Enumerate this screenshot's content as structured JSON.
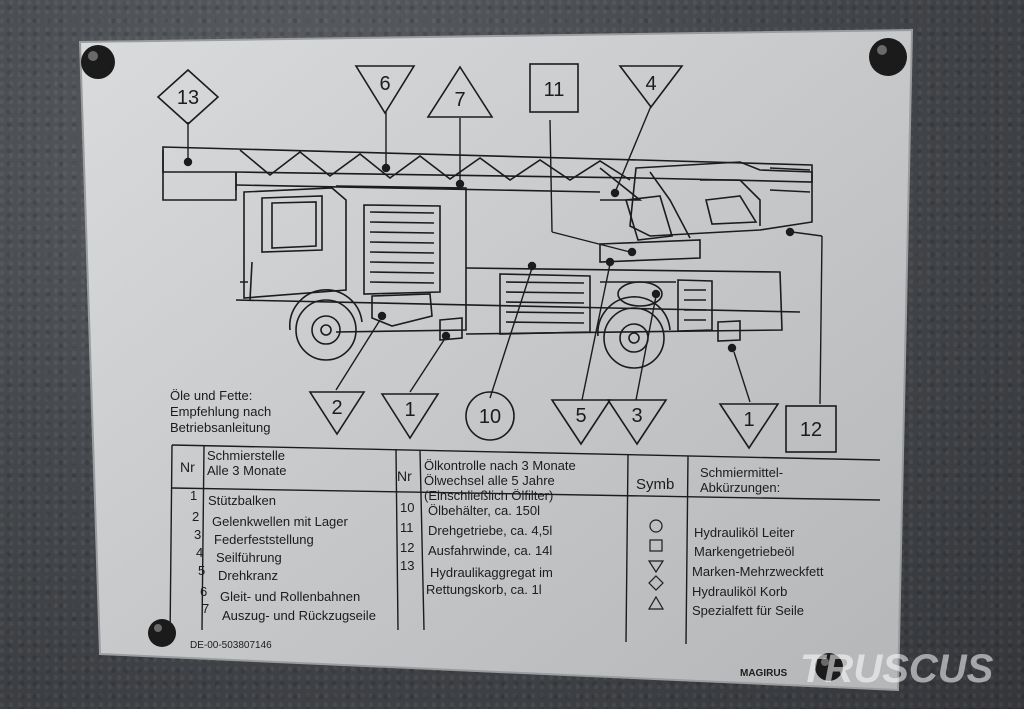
{
  "markers": {
    "m13": "13",
    "m6": "6",
    "m7": "7",
    "m11": "11",
    "m4": "4",
    "m2": "2",
    "m1a": "1",
    "m10": "10",
    "m5": "5",
    "m3": "3",
    "m1b": "1",
    "m12": "12"
  },
  "oils_note": [
    "Öle und Fette:",
    "Empfehlung nach",
    "Betriebsanleitung"
  ],
  "table": {
    "nr_header": "Nr",
    "grease_header": [
      "Schmierstelle",
      "Alle 3 Monate"
    ],
    "nr_header2": "Nr",
    "oil_header": [
      "Ölkontrolle nach 3 Monate",
      "Ölwechsel alle 5 Jahre",
      "(Einschließlich Ölfilter)"
    ],
    "symb_header": "Symb",
    "abbr_header": [
      "Schmiermittel-",
      "Abkürzungen:"
    ],
    "grease_rows": [
      {
        "nr": "1",
        "text": "Stützbalken"
      },
      {
        "nr": "2",
        "text": "Gelenkwellen mit Lager"
      },
      {
        "nr": "3",
        "text": "Federfeststellung"
      },
      {
        "nr": "4",
        "text": "Seilführung"
      },
      {
        "nr": "5",
        "text": "Drehkranz"
      },
      {
        "nr": "6",
        "text": "Gleit- und Rollenbahnen"
      },
      {
        "nr": "7",
        "text": "Auszug- und Rückzugseile"
      }
    ],
    "oil_rows": [
      {
        "nr": "10",
        "text": "Ölbehälter, ca. 150l"
      },
      {
        "nr": "11",
        "text": "Drehgetriebe, ca. 4,5l"
      },
      {
        "nr": "12",
        "text": "Ausfahrwinde, ca. 14l"
      },
      {
        "nr": "13",
        "text": "Hydraulikaggregat im"
      },
      {
        "nr": "",
        "text": "Rettungskorb, ca. 1l"
      }
    ],
    "symbols": [
      {
        "icon": "circle-symbol-icon",
        "text": "Hydrauliköl Leiter"
      },
      {
        "icon": "square-symbol-icon",
        "text": "Markengetriebeöl"
      },
      {
        "icon": "triangle-down-symbol-icon",
        "text": "Marken-Mehrzweckfett"
      },
      {
        "icon": "diamond-symbol-icon",
        "text": "Hydrauliköl Korb"
      },
      {
        "icon": "triangle-up-symbol-icon",
        "text": "Spezialfett für Seile"
      }
    ]
  },
  "serial": "DE-00-503807146",
  "brand": "MAGIRUS",
  "watermark": "TRUSCUS",
  "colors": {
    "plate": "#c9cbcd",
    "ink": "#1c1c1c",
    "background": "#45484c"
  }
}
